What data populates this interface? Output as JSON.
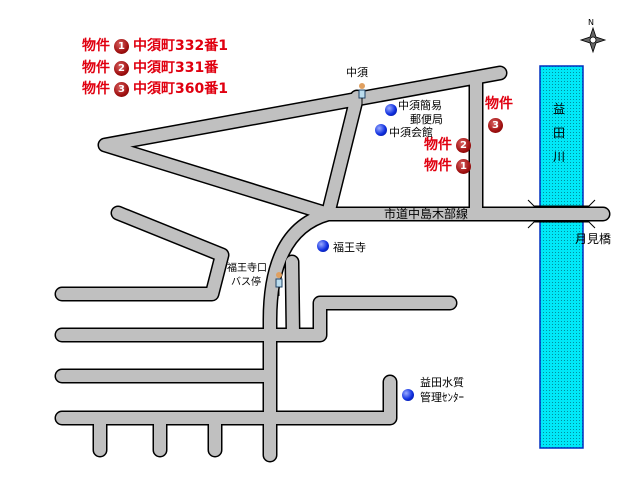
{
  "legend": [
    {
      "label": "物件",
      "num": "1",
      "address": "中須町332番1"
    },
    {
      "label": "物件",
      "num": "2",
      "address": "中須町331番"
    },
    {
      "label": "物件",
      "num": "3",
      "address": "中須町360番1"
    }
  ],
  "places": {
    "nakasu_stop": "中須",
    "post_office_1": "中須簡易",
    "post_office_2": "郵便局",
    "hall": "中須会館",
    "road": "市道中島木部線",
    "temple": "福王寺",
    "bus_stop_1": "福王寺口",
    "bus_stop_2": "バス停",
    "bridge": "月見橋",
    "river": [
      "益",
      "田",
      "川"
    ],
    "water_1": "益田水質",
    "water_2": "管理ｾﾝﾀｰ"
  },
  "markers": [
    {
      "label": "物件",
      "num": "3"
    },
    {
      "label": "物件",
      "num": "2"
    },
    {
      "label": "物件",
      "num": "1"
    }
  ],
  "compass": "N",
  "colors": {
    "river": "#00e8f8",
    "road": "#c0c0c0",
    "accent": "#e00010"
  }
}
